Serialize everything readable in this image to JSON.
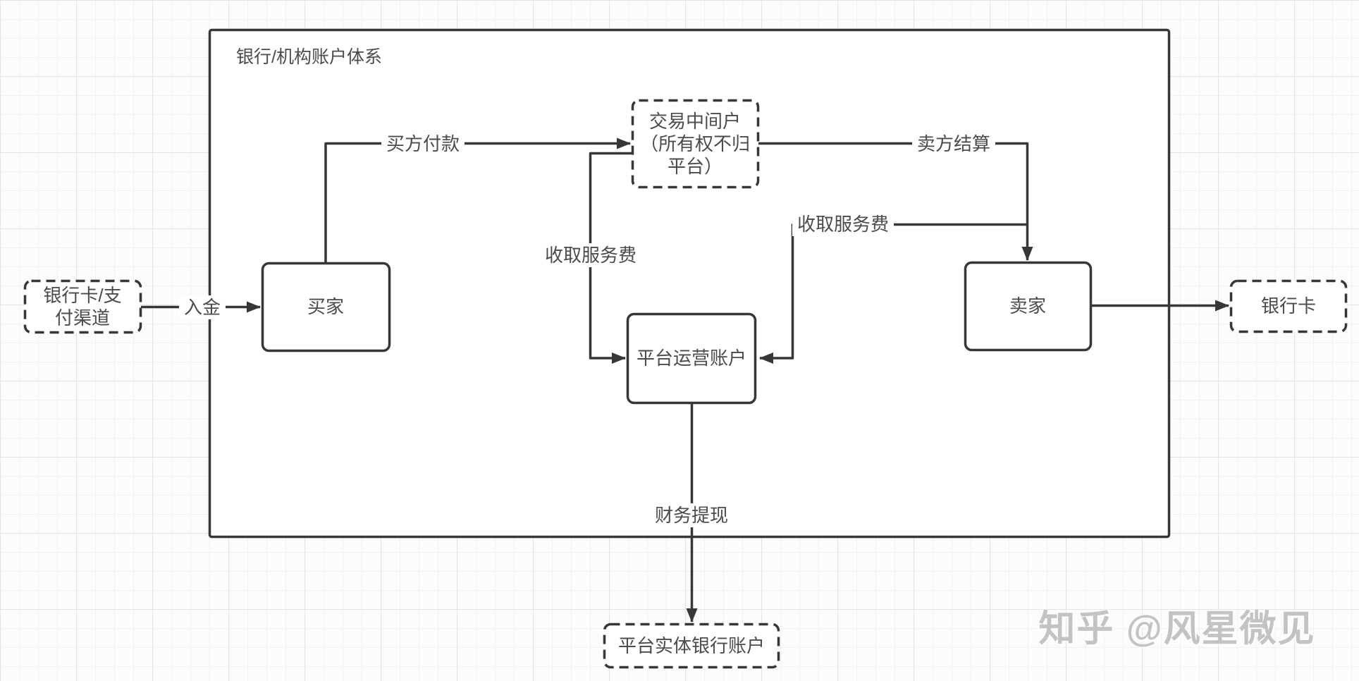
{
  "container": {
    "label": "银行/机构账户体系"
  },
  "nodes": {
    "bank_card_channel": {
      "lines": [
        "银行卡/支",
        "付渠道"
      ]
    },
    "buyer": {
      "label": "买家"
    },
    "intermediate_account": {
      "lines": [
        "交易中间户",
        "（所有权不归",
        "平台）"
      ]
    },
    "platform_operating_account": {
      "label": "平台运营账户"
    },
    "seller": {
      "label": "卖家"
    },
    "bank_card": {
      "label": "银行卡"
    },
    "platform_bank_account": {
      "label": "平台实体银行账户"
    }
  },
  "edges": {
    "deposit": {
      "label": "入金"
    },
    "buyer_payment": {
      "label": "买方付款"
    },
    "seller_settlement": {
      "label": "卖方结算"
    },
    "service_fee_left": {
      "label": "收取服务费"
    },
    "service_fee_right": {
      "label": "收取服务费"
    },
    "financial_withdrawal": {
      "label": "财务提现"
    }
  },
  "watermark": {
    "text": "知乎 @风星微见"
  },
  "colors": {
    "stroke": "#37373a",
    "text": "#4b4b4f",
    "grid_minor": "#f1f1f5",
    "grid_major": "#e3e3e9",
    "background": "#fcfcfd",
    "watermark": "#c3c3c4"
  }
}
